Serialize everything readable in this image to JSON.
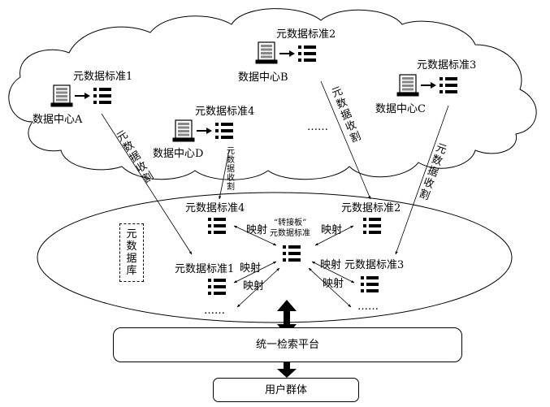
{
  "standards": {
    "s1": "元数据标准1",
    "s2": "元数据标准2",
    "s3": "元数据标准3",
    "s4": "元数据标准4"
  },
  "datacenters": {
    "a": "数据中心A",
    "b": "数据中心B",
    "c": "数据中心C",
    "d": "数据中心D"
  },
  "harvest_label": "元数据收割",
  "adapter": {
    "quote_label": "“转接板”",
    "label": "元数据标准"
  },
  "mapping_label": "映射",
  "metadata_repo": "元数据库",
  "ellipsis": "……",
  "search_platform": "统一检索平台",
  "user_group": "用户群体",
  "icons": {
    "server": "server-icon",
    "list": "list-icon",
    "arrow": "right-arrow-icon"
  }
}
